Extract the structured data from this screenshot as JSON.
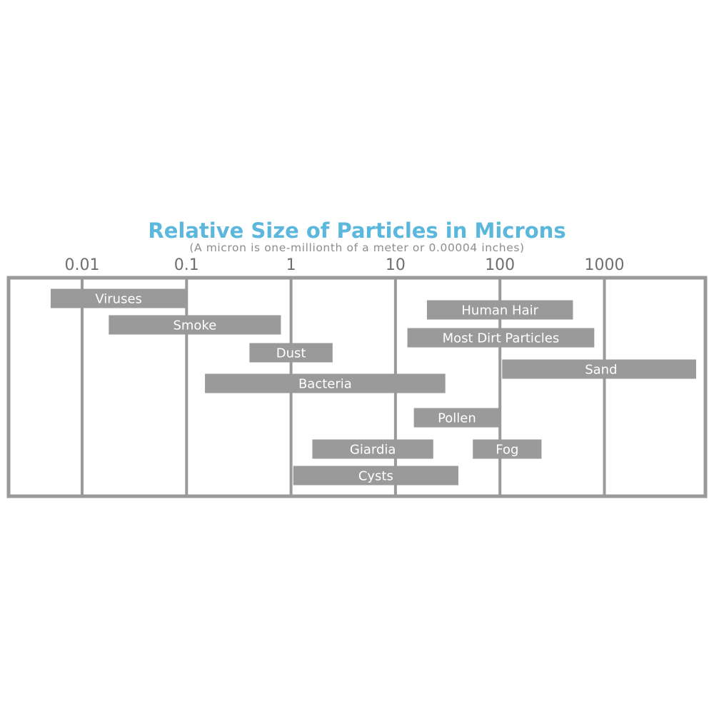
{
  "colors": {
    "title": "#5bb7dc",
    "bar": "#9a9a9a",
    "frame": "#9a9a9a",
    "bar_text": "#ffffff",
    "tick_text": "#6f6f6f"
  },
  "chart_data": {
    "type": "bar",
    "orientation": "horizontal-range",
    "title": "Relative Size of Particles in Microns",
    "subtitle": "(A micron is one-millionth of a meter or 0.00004 inches)",
    "x_scale": "log",
    "xlim": [
      0.0012,
      10000
    ],
    "x_ticks": [
      {
        "value": 0.01,
        "label": "0.01"
      },
      {
        "value": 0.1,
        "label": "0.1"
      },
      {
        "value": 1,
        "label": "1"
      },
      {
        "value": 10,
        "label": "10"
      },
      {
        "value": 100,
        "label": "100"
      },
      {
        "value": 1000,
        "label": "1000"
      }
    ],
    "grid": true,
    "series": [
      {
        "label": "Viruses",
        "range": [
          0.005,
          0.1
        ],
        "label_align": "center"
      },
      {
        "label": "Human Hair",
        "range": [
          20,
          500
        ],
        "label_align": "center"
      },
      {
        "label": "Smoke",
        "range": [
          0.018,
          0.8
        ],
        "label_align": "center"
      },
      {
        "label": "Most Dirt Particles",
        "range": [
          13,
          800
        ],
        "label_align": "center"
      },
      {
        "label": "Dust",
        "range": [
          0.4,
          2.5
        ],
        "label_align": "center"
      },
      {
        "label": "Sand",
        "range": [
          105,
          8000
        ],
        "label_align": "center-right"
      },
      {
        "label": "Bacteria",
        "range": [
          0.15,
          30
        ],
        "label_align": "center"
      },
      {
        "label": "Pollen",
        "range": [
          15,
          100
        ],
        "label_align": "center"
      },
      {
        "label": "Giardia",
        "range": [
          1.6,
          23
        ],
        "label_align": "center"
      },
      {
        "label": "Fog",
        "range": [
          55,
          250
        ],
        "label_align": "center"
      },
      {
        "label": "Cysts",
        "range": [
          1.05,
          40
        ],
        "label_align": "center"
      }
    ]
  }
}
